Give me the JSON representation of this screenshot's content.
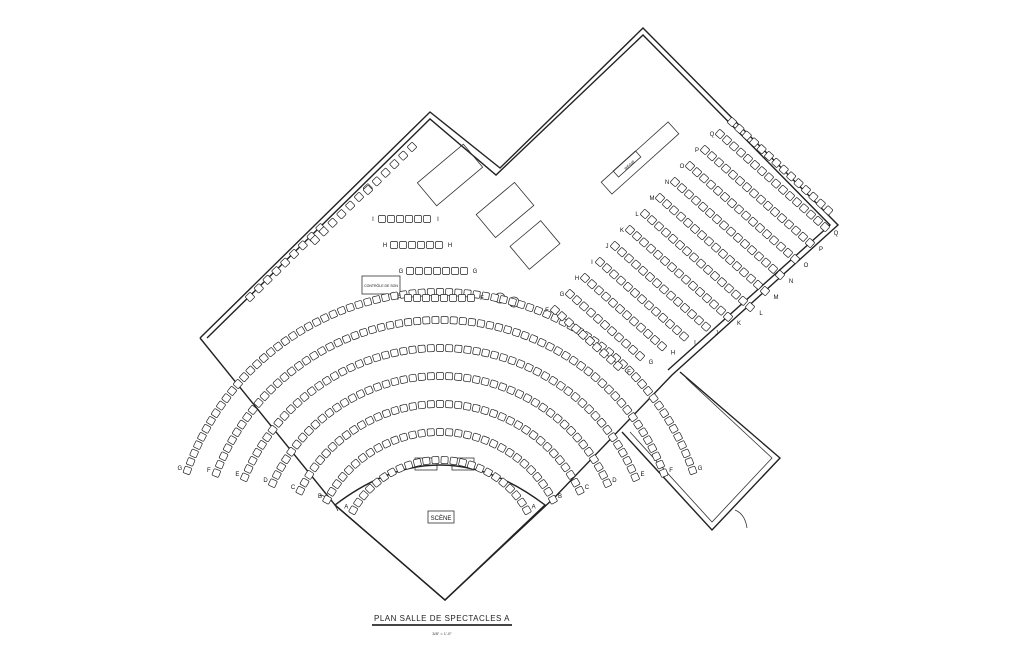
{
  "plan": {
    "title": "PLAN  SALLE  DE  SPECTACLES  A",
    "scale": "3/8\" = 1'-0\"",
    "stage_label": "SCÈNE",
    "control_booth_label": "CONTRÔLE DE SON",
    "side_room_label": "RÉGIE",
    "main_rows": [
      "A",
      "B",
      "C",
      "D",
      "E",
      "F",
      "G"
    ],
    "upper_rows": [
      "F",
      "G",
      "H",
      "I"
    ],
    "right_rows": [
      "F",
      "G",
      "H",
      "I",
      "J",
      "K",
      "L",
      "M",
      "N",
      "O",
      "P",
      "Q"
    ],
    "colors": {
      "line": "#222222",
      "background": "#ffffff"
    }
  }
}
